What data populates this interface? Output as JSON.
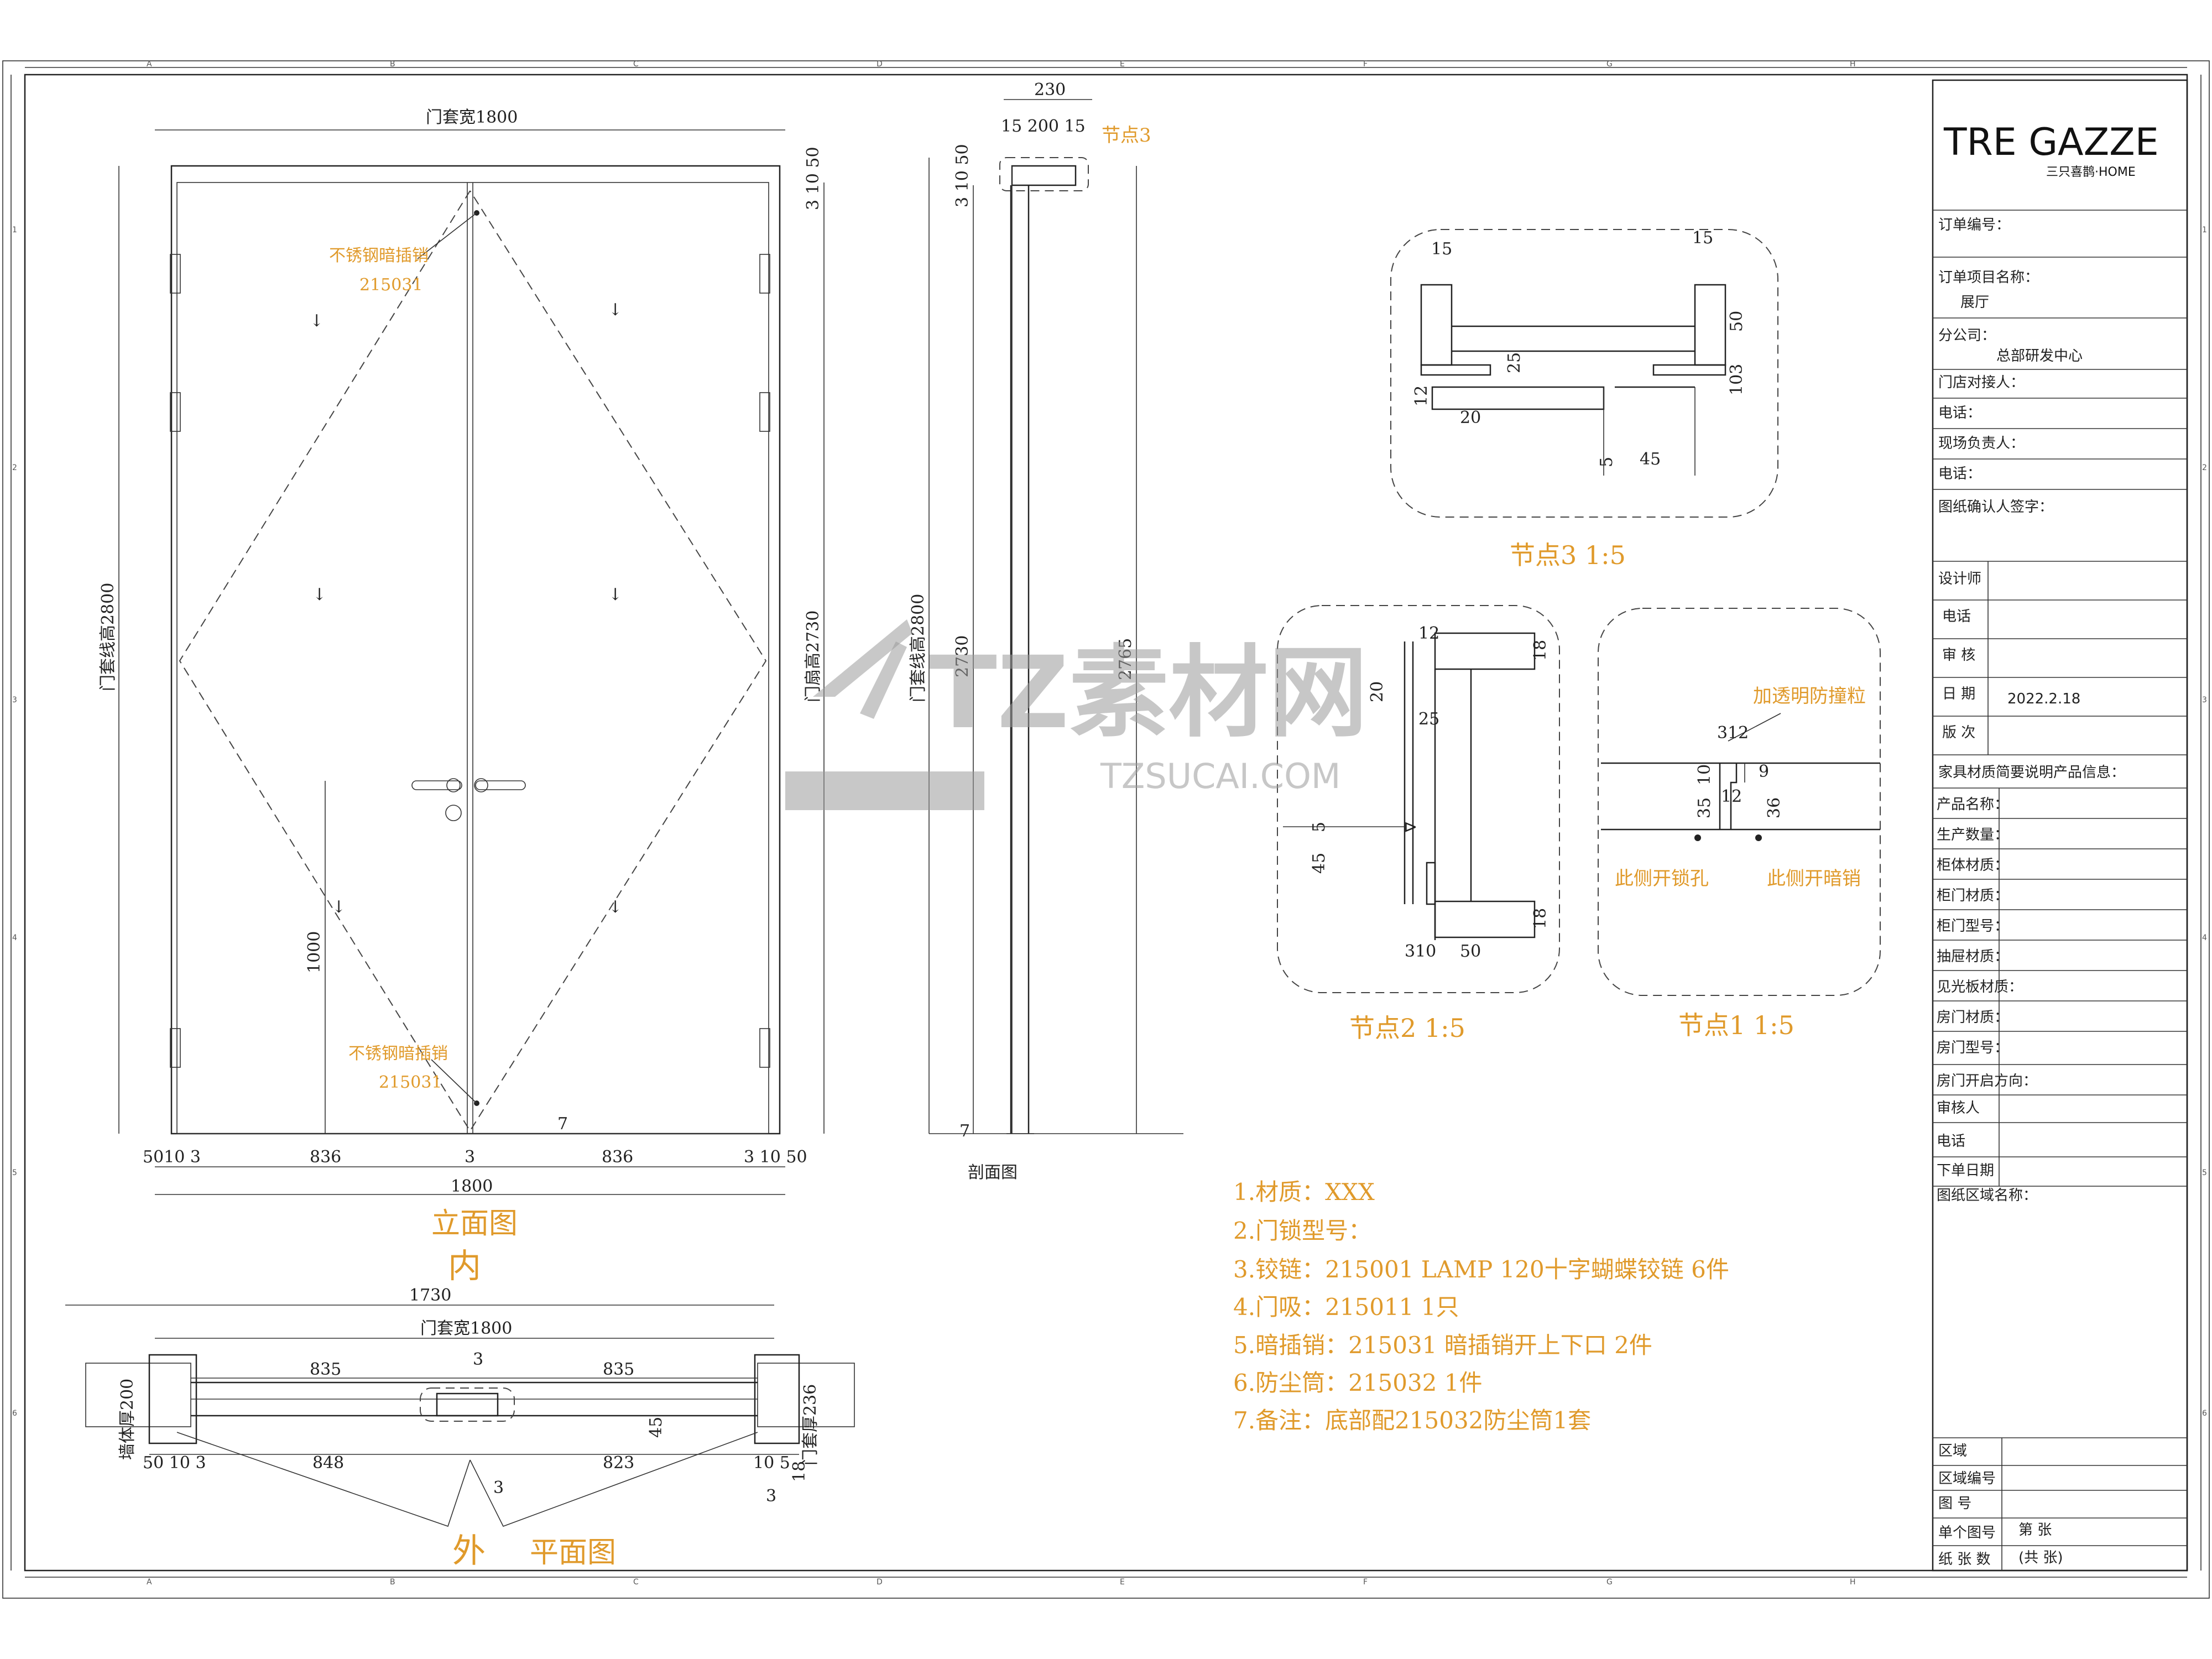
{
  "grid": {
    "columns": [
      "A",
      "B",
      "C",
      "D",
      "E",
      "F",
      "G",
      "H"
    ],
    "rows": [
      "1",
      "2",
      "3",
      "4",
      "5",
      "6"
    ]
  },
  "elevation": {
    "top_width_label": "门套宽1800",
    "left_height_label": "门套线高2800",
    "inner_height_label": "门扇高2730",
    "bolt_top_label": "不锈钢暗插销",
    "bolt_top_code": "215031",
    "bolt_bottom_label": "不锈钢暗插销",
    "bolt_bottom_code": "215031",
    "handle_height": "1000",
    "bottom_gap": "7",
    "bottom_dims": [
      "50",
      "10",
      "3",
      "836",
      "3",
      "836",
      "3",
      "10",
      "50"
    ],
    "total_width": "1800",
    "right_top_dims": [
      "3",
      "10",
      "50"
    ],
    "title": "立面图",
    "side_label": "内"
  },
  "section": {
    "top_width": "230",
    "top_parts": [
      "15",
      "200",
      "15"
    ],
    "node_ref": "节点3",
    "outer_height_label": "门套线高2800",
    "height_2730": "2730",
    "height_2765": "2765",
    "left_top_dims": [
      "3",
      "10",
      "50"
    ],
    "bottom_gap": "7",
    "title": "剖面图"
  },
  "plan": {
    "overall": "1730",
    "frame_width_label": "门套宽1800",
    "center_gap": "3",
    "leaf_left": "835",
    "leaf_right": "835",
    "wall_label": "墙体厚200",
    "frame_label": "门套厚236",
    "bottom_dims": [
      "50",
      "10",
      "3",
      "848",
      "823",
      "10",
      "5"
    ],
    "depth_45": "45",
    "right_18": "18",
    "gap_3a": "3",
    "gap_3b": "3",
    "side_label": "外",
    "title": "平面图"
  },
  "node3": {
    "dims": [
      "15",
      "15",
      "50",
      "25",
      "10",
      "3",
      "12",
      "20",
      "5",
      "45"
    ],
    "title": "节点3 1:5"
  },
  "node2": {
    "dims": [
      "12",
      "18",
      "20",
      "25",
      "5",
      "45",
      "18",
      "3",
      "10",
      "50"
    ],
    "title": "节点2 1:5"
  },
  "node1": {
    "note": "加透明防撞粒",
    "dims": [
      "3",
      "12",
      "10",
      "9",
      "12",
      "35",
      "36"
    ],
    "lock_side": "此侧开锁孔",
    "bolt_side": "此侧开暗销",
    "title": "节点1 1:5"
  },
  "notes": [
    "1.材质：XXX",
    "2.门锁型号：",
    "3.铰链：215001 LAMP 120十字蝴蝶铰链 6件",
    "4.门吸：215011  1只",
    "5.暗插销：215031 暗插销开上下口 2件",
    "6.防尘筒：215032 1件",
    "7.备注：底部配215032防尘筒1套"
  ],
  "watermark": {
    "main": "TZ素材网",
    "sub": "TZSUCAI.COM"
  },
  "title_block": {
    "brand": "TRE GAZZE",
    "brand_sub": "三只喜鹊·HOME",
    "rows": [
      {
        "label": "订单编号：",
        "value": ""
      },
      {
        "label": "订单项目名称：",
        "value": "展厅"
      },
      {
        "label": "分公司：",
        "value": "总部研发中心"
      },
      {
        "label": "门店对接人：",
        "value": ""
      },
      {
        "label": "电话：",
        "value": ""
      },
      {
        "label": "现场负责人：",
        "value": ""
      },
      {
        "label": "电话：",
        "value": ""
      },
      {
        "label": "图纸确认人签字：",
        "value": ""
      }
    ],
    "designer": "设计师",
    "phone": "电话",
    "review": "审 核",
    "date_label": "日 期",
    "date_value": "2022.2.18",
    "version": "版 次",
    "product_info": "家具材质简要说明产品信息：",
    "product_rows": [
      "产品名称：",
      "生产数量：",
      "柜体材质：",
      "柜门材质：",
      "柜门型号：",
      "抽屉材质：",
      "见光板材质：",
      "房门材质：",
      "房门型号：",
      "房门开启方向：",
      "审核人",
      "电话",
      "下单日期"
    ],
    "area_desc": "图纸区域名称：",
    "bottom_rows": [
      "区域",
      "区域编号",
      "图 号"
    ],
    "sheet_label": "单个图号",
    "sheet_value": "第 张",
    "paper_label": "纸 张 数",
    "paper_value": "(共 张)"
  }
}
